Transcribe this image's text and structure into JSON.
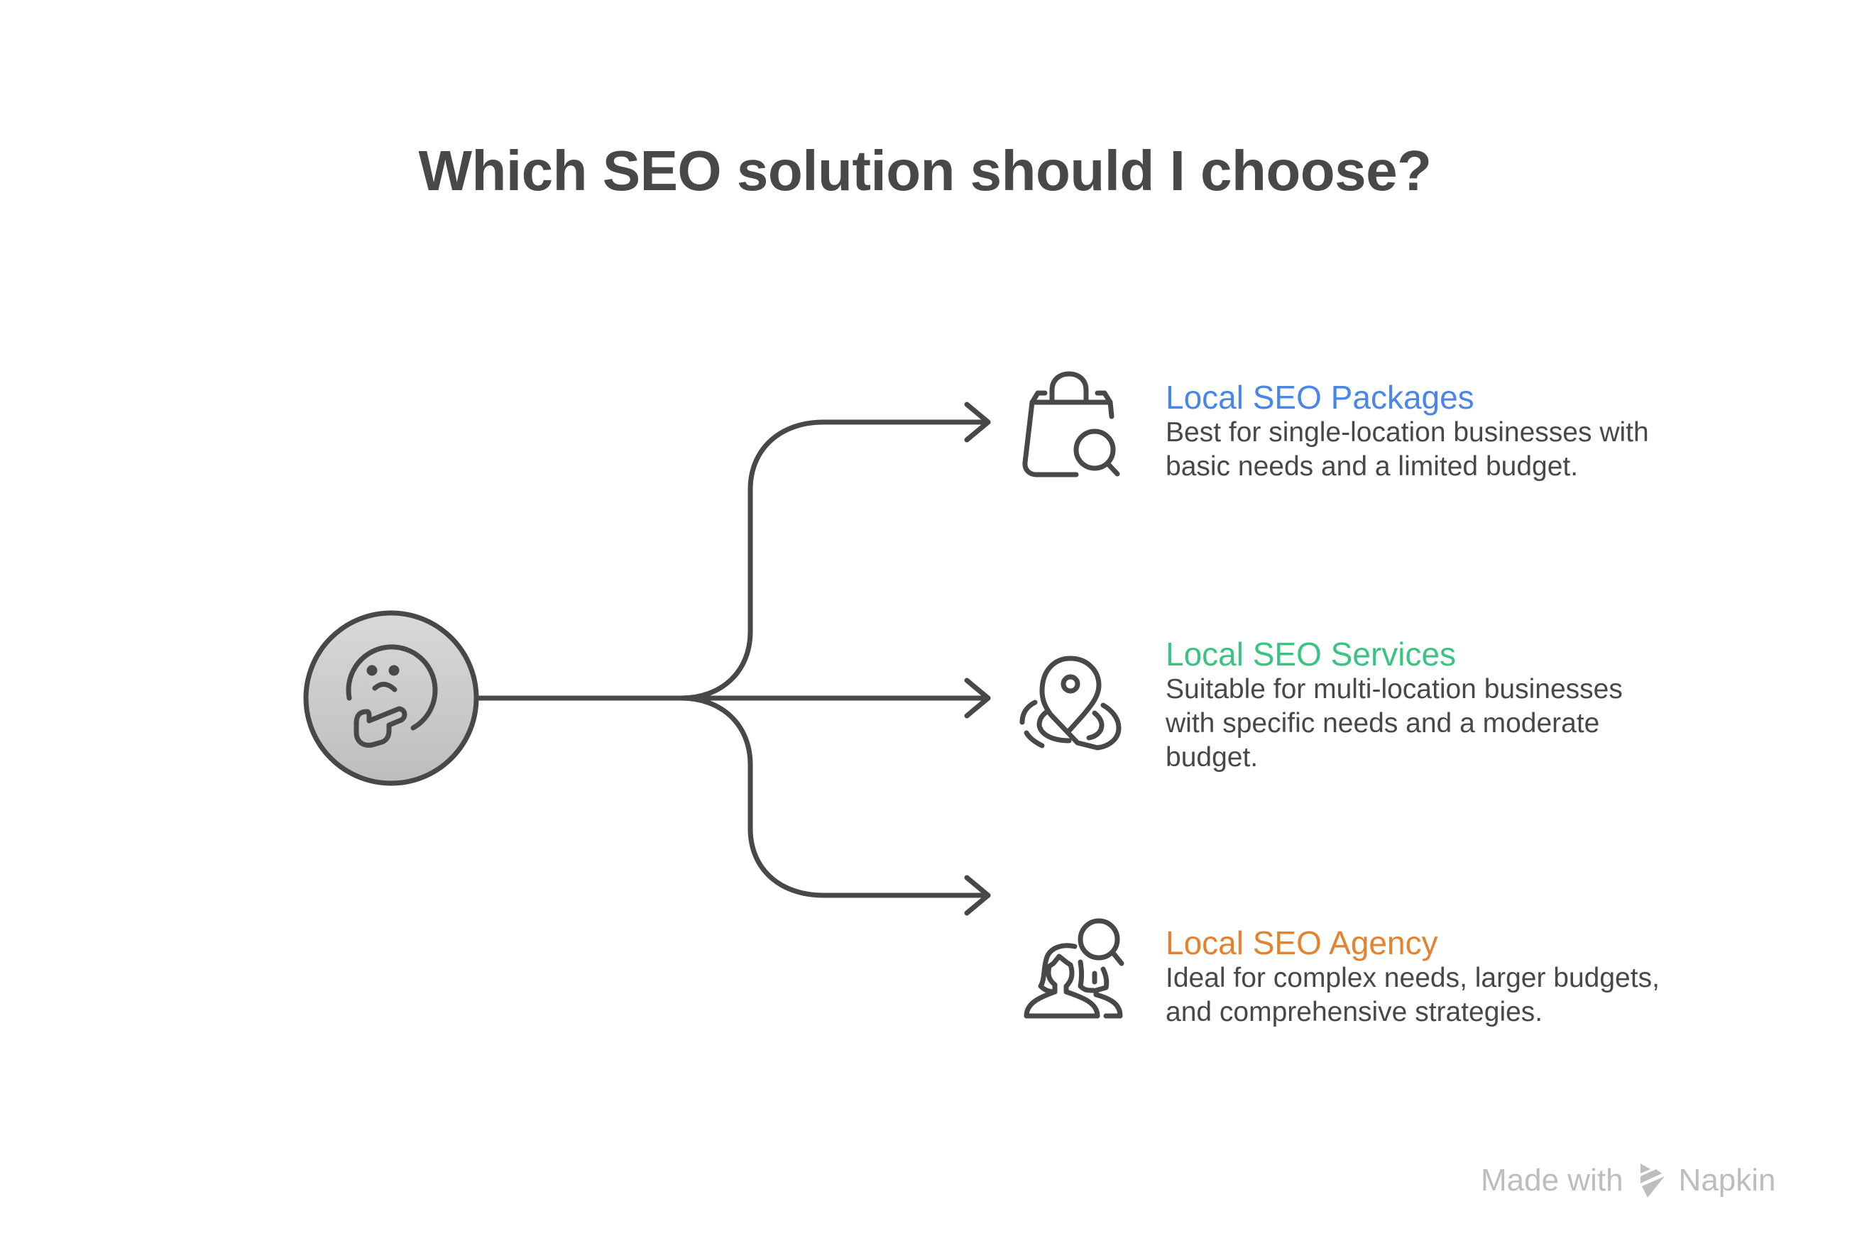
{
  "title": "Which SEO solution should I choose?",
  "root": {
    "icon": "thinking-face-icon",
    "fill_top": "#d9d9d9",
    "fill_bottom": "#bdbdbd",
    "stroke": "#484848"
  },
  "options": [
    {
      "title": "Local SEO Packages",
      "color": "#4a86e8",
      "icon": "shopping-bag-search-icon",
      "description": [
        "Best for single-location businesses with",
        "basic needs and a limited budget."
      ]
    },
    {
      "title": "Local SEO Services",
      "color": "#3cc383",
      "icon": "map-pin-location-icon",
      "description": [
        "Suitable for multi-location businesses",
        "with specific needs and a moderate",
        "budget."
      ]
    },
    {
      "title": "Local SEO Agency",
      "color": "#e3832f",
      "icon": "people-search-icon",
      "description": [
        "Ideal for complex needs, larger budgets,",
        "and comprehensive strategies."
      ]
    }
  ],
  "footer": {
    "made_with": "Made with",
    "brand": "Napkin",
    "icon": "napkin-logo-icon",
    "color": "#bdbdbd"
  }
}
